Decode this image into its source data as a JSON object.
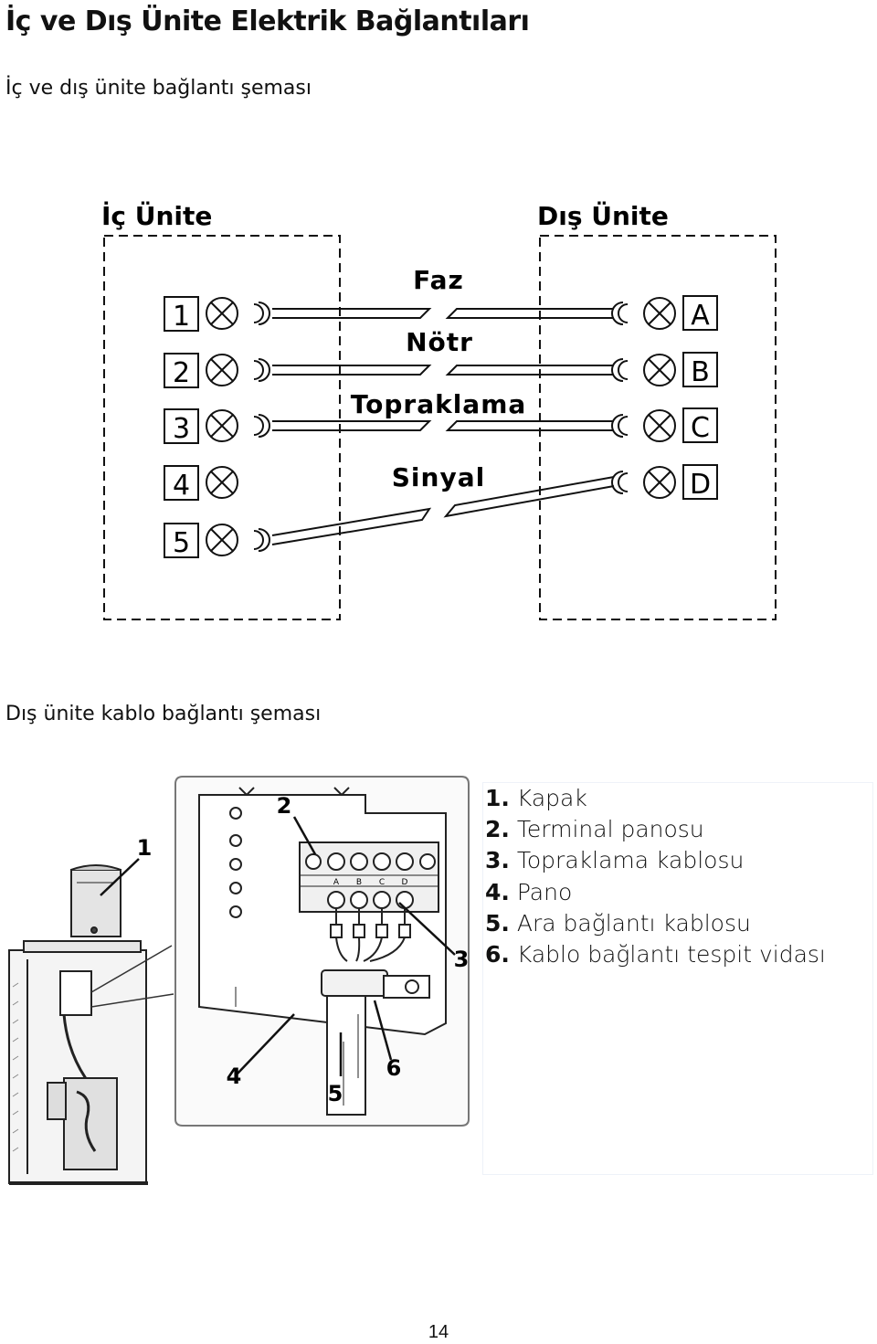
{
  "page": {
    "title": "İç ve Dış Ünite Elektrik Bağlantıları",
    "section1_heading": "İç ve dış ünite bağlantı şeması",
    "section2_heading": "Dış ünite kablo bağlantı şeması",
    "page_number": "14"
  },
  "wiring_diagram": {
    "indoor_label": "İç Ünite",
    "outdoor_label": "Dış Ünite",
    "indoor_terminals": [
      "1",
      "2",
      "3",
      "4",
      "5"
    ],
    "outdoor_terminals": [
      "A",
      "B",
      "C",
      "D"
    ],
    "wires": {
      "faz": "Faz",
      "notr": "Nötr",
      "topraklama": "Topraklama",
      "sinyal": "Sinyal"
    }
  },
  "cable_diagram": {
    "callouts": [
      "1",
      "2",
      "3",
      "4",
      "5",
      "6"
    ],
    "terminal_letters": [
      "A",
      "B",
      "C",
      "D"
    ],
    "legend": [
      {
        "num": "1.",
        "text": "Kapak"
      },
      {
        "num": "2.",
        "text": "Terminal panosu"
      },
      {
        "num": "3.",
        "text": "Topraklama kablosu"
      },
      {
        "num": "4.",
        "text": "Pano"
      },
      {
        "num": "5.",
        "text": "Ara bağlantı kablosu"
      },
      {
        "num": "6.",
        "text": "Kablo bağlantı tespit vidası"
      }
    ]
  }
}
